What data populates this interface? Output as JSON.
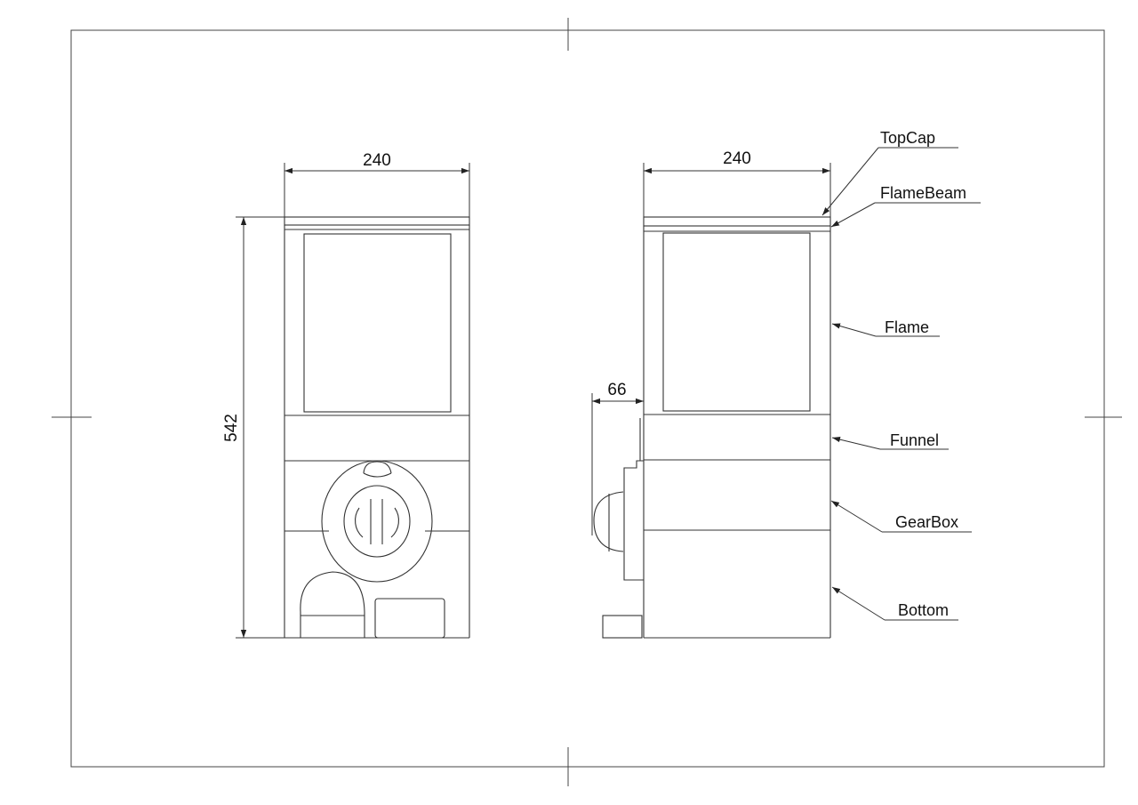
{
  "drawing": {
    "dimensions": {
      "front_width": "240",
      "side_width": "240",
      "height": "542",
      "offset": "66"
    },
    "parts": [
      {
        "key": "topcap",
        "label": "TopCap"
      },
      {
        "key": "flamebeam",
        "label": "FlameBeam"
      },
      {
        "key": "flame",
        "label": "Flame"
      },
      {
        "key": "funnel",
        "label": "Funnel"
      },
      {
        "key": "gearbox",
        "label": "GearBox"
      },
      {
        "key": "bottom",
        "label": "Bottom"
      }
    ]
  }
}
